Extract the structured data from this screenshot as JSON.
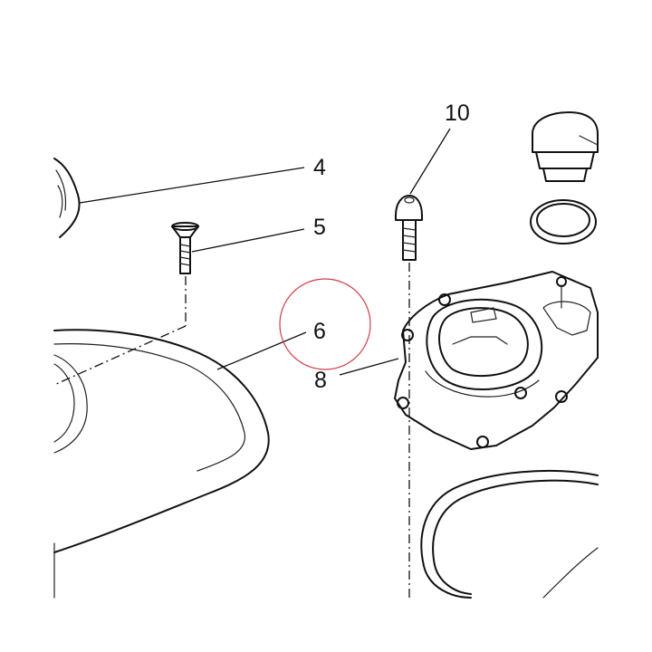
{
  "callouts": {
    "c4": "4",
    "c5": "5",
    "c6": "6",
    "c8": "8",
    "c10": "10"
  },
  "colors": {
    "line": "#111111",
    "highlight_circle": "#d23c46",
    "background": "#ffffff"
  }
}
